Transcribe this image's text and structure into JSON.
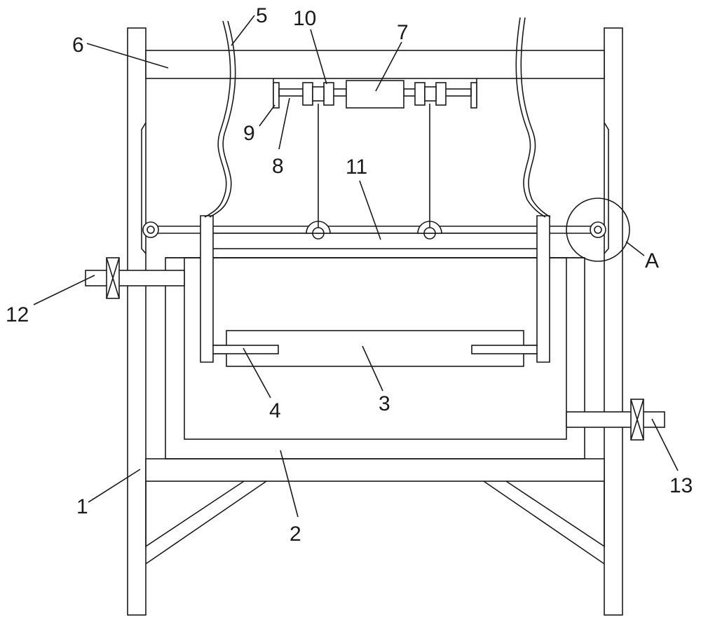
{
  "labels": {
    "frame": "1",
    "tank": "2",
    "plate": "3",
    "clamp": "4",
    "hose": "5",
    "beam": "6",
    "motor": "7",
    "shaft": "8",
    "bearing": "9",
    "spool": "10",
    "cross_bar": "11",
    "inlet_valve": "12",
    "outlet_valve": "13",
    "detail": "A"
  },
  "colors": {
    "line": "#1a1a1a",
    "background": "#ffffff"
  }
}
